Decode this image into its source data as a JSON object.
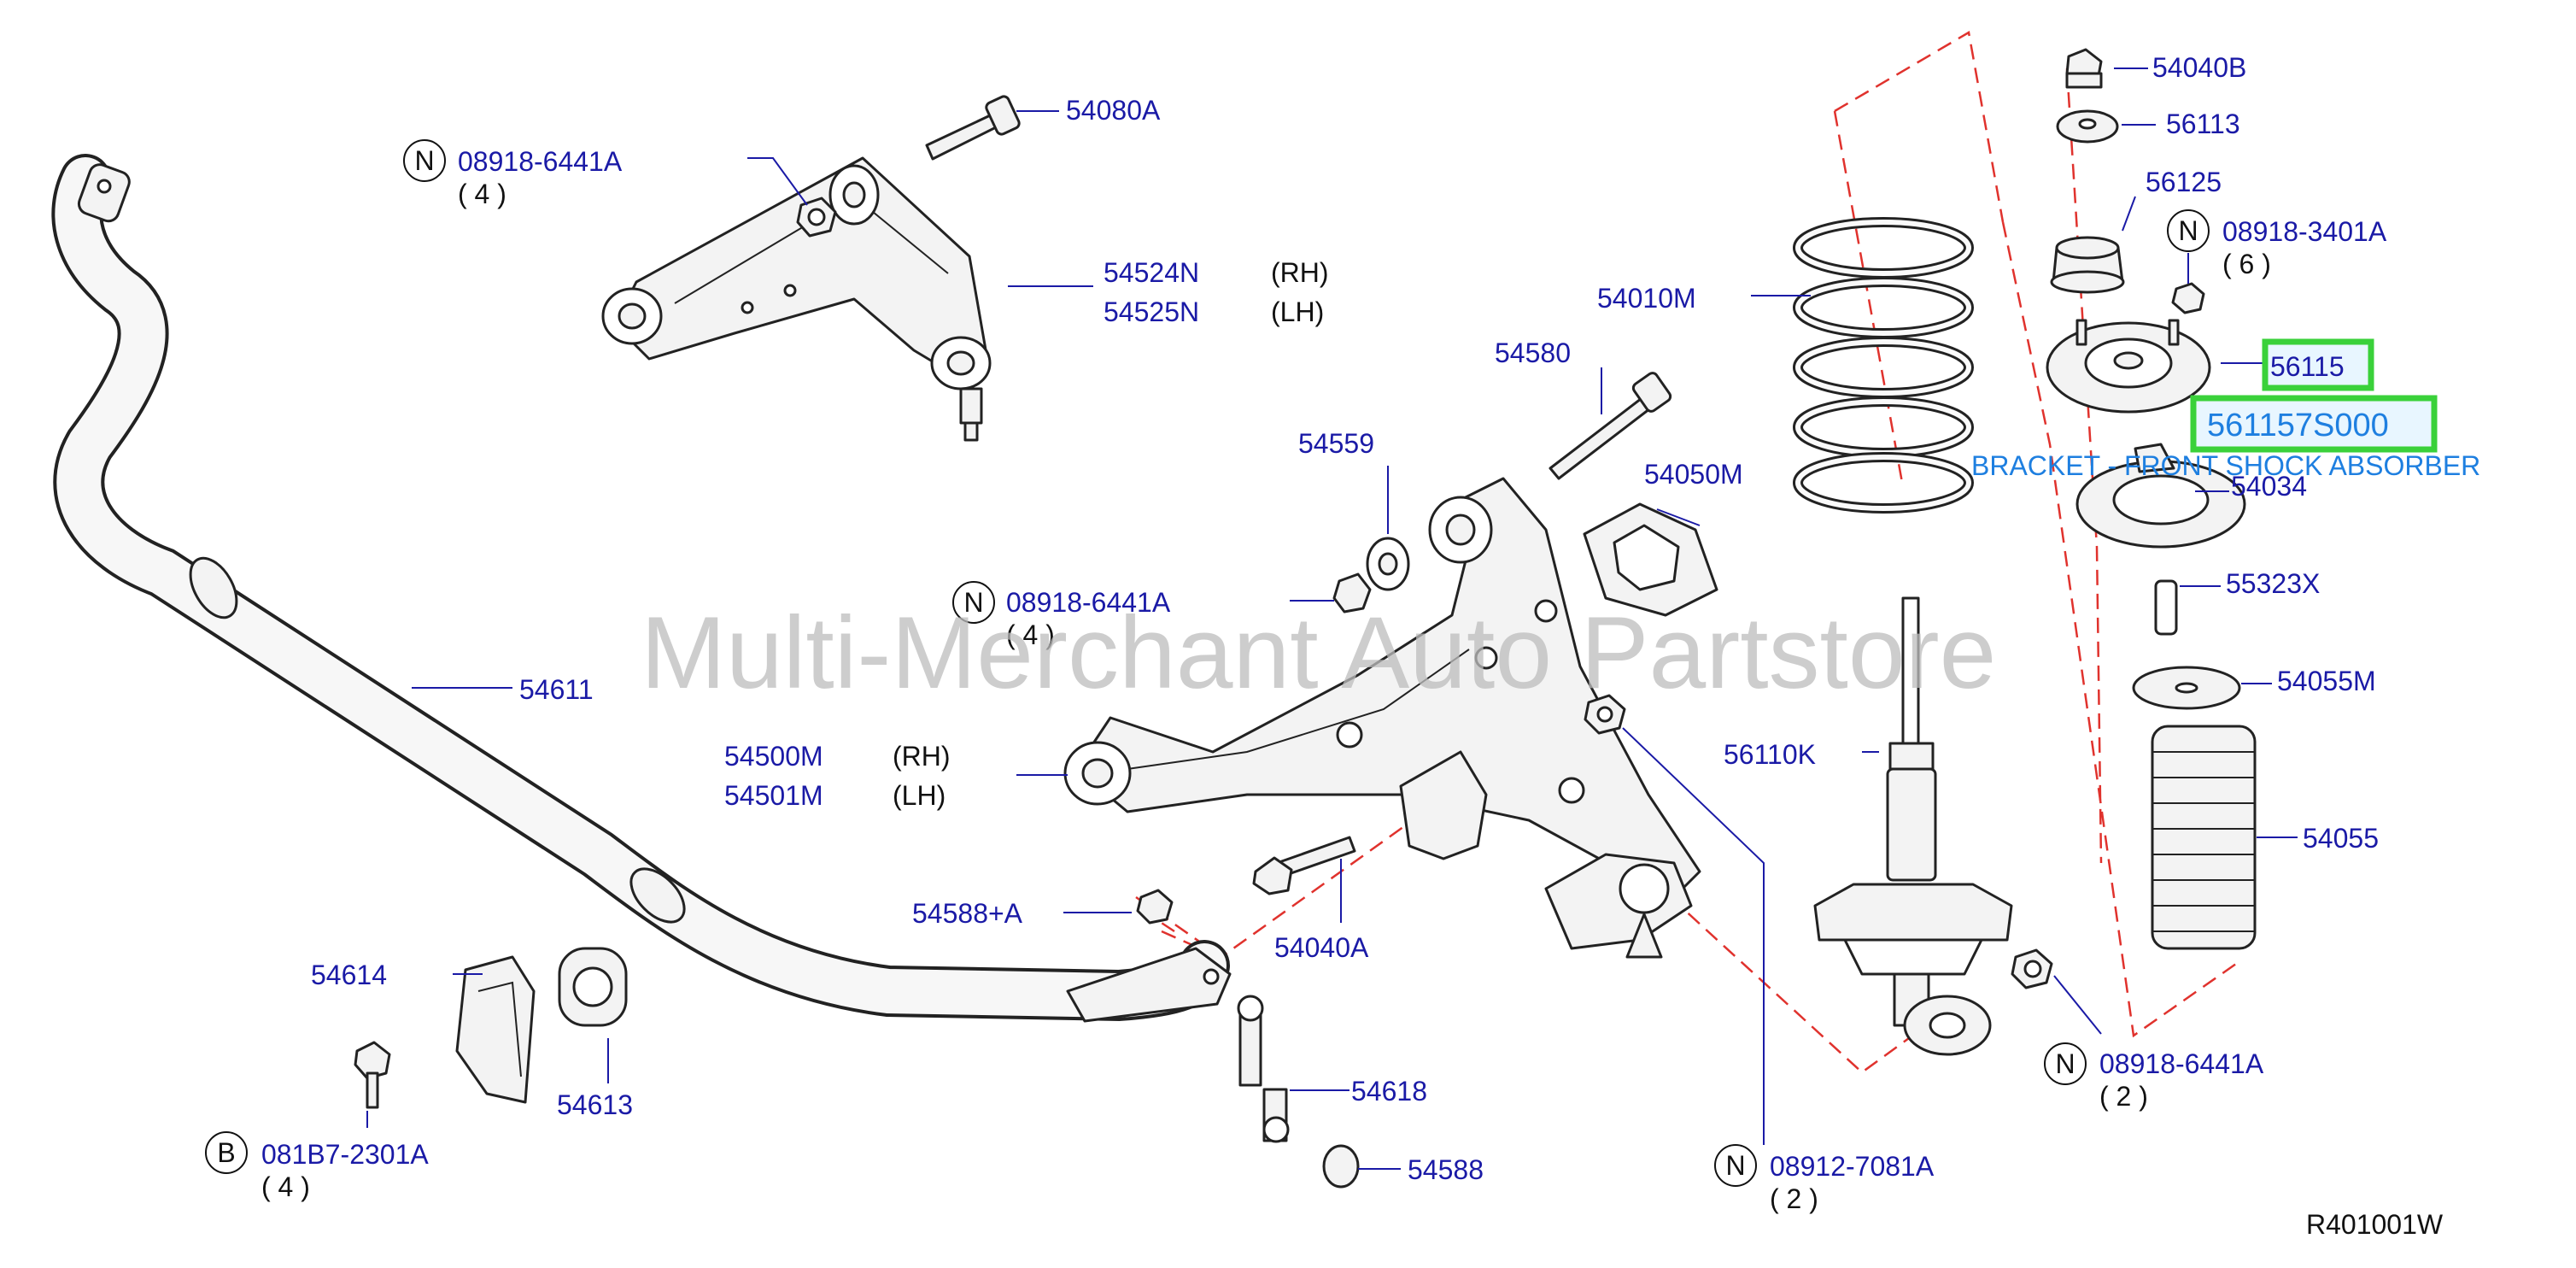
{
  "watermark": "Multi-Merchant Auto Partstore",
  "diagram_code": "R401001W",
  "labels": {
    "p08918_6441A_top": "08918-6441A",
    "qty4_top": "( 4 )",
    "p54080A": "54080A",
    "p54524N": "54524N",
    "rh1": "(RH)",
    "p54525N": "54525N",
    "lh1": "(LH)",
    "p54010M": "54010M",
    "p54580": "54580",
    "p54559": "54559",
    "p54050M": "54050M",
    "p08918_6441A_mid": "08918-6441A",
    "qty4_mid": "( 4 )",
    "p54611": "54611",
    "p54500M": "54500M",
    "rh2": "(RH)",
    "p54501M": "54501M",
    "lh2": "(LH)",
    "p54588A": "54588+A",
    "p54040A": "54040A",
    "p54614": "54614",
    "p54613": "54613",
    "p54618": "54618",
    "p54588": "54588",
    "p081B7_2301A": "081B7-2301A",
    "qty4_bot": "( 4 )",
    "p08912_7081A": "08912-7081A",
    "qty2_bot": "( 2 )",
    "p56110K": "56110K",
    "p08918_6441A_right": "08918-6441A",
    "qty2_right": "( 2 )",
    "p54040B": "54040B",
    "p56113": "56113",
    "p56125": "56125",
    "p08918_3401A": "08918-3401A",
    "qty6": "( 6 )",
    "p56115": "56115",
    "p561157S000": "561157S000",
    "bracket_desc": "BRACKET - FRONT SHOCK ABSORBER",
    "p54034": "54034",
    "p55323X": "55323X",
    "p54055M": "54055M",
    "p54055": "54055"
  },
  "markers": {
    "n": "N",
    "b": "B"
  },
  "colors": {
    "label_blue": "#1a1aa6",
    "highlight_green": "#3ad13a",
    "highlight_text": "#1e7fe0",
    "dash_red": "#e0322d"
  }
}
